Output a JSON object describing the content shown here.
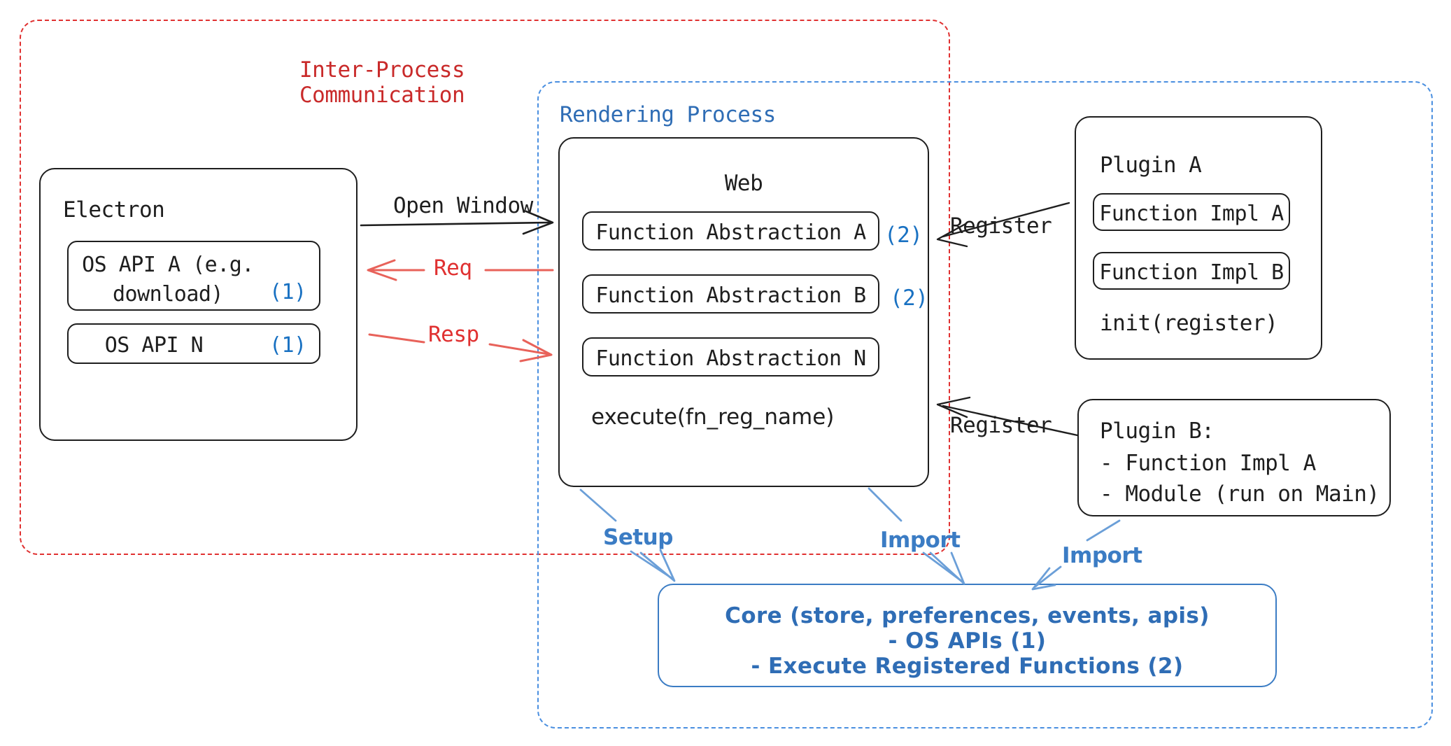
{
  "diagram": {
    "title_hidden": "",
    "boundaries": [
      {
        "id": "ipc",
        "label": "Inter-Process\nCommunication",
        "color": "#c92a2a",
        "style": "dashed"
      },
      {
        "id": "rendering",
        "label": "Rendering Process",
        "color": "#2f6db5",
        "style": "dashed"
      }
    ],
    "electron": {
      "title": "Electron",
      "items": [
        {
          "label": "OS API A (e.g.\ndownload)",
          "marker": "(1)"
        },
        {
          "label": "OS API N",
          "marker": "(1)"
        }
      ]
    },
    "web": {
      "title": "Web",
      "items": [
        {
          "label": "Function Abstraction A",
          "marker": "(2)"
        },
        {
          "label": "Function Abstraction B",
          "marker": "(2)"
        },
        {
          "label": "Function Abstraction N",
          "marker": ""
        }
      ],
      "footer": "execute(fn_reg_name)"
    },
    "plugin_a": {
      "title": "Plugin A",
      "items": [
        {
          "label": "Function Impl A"
        },
        {
          "label": "Function Impl B"
        }
      ],
      "footer": "init(register)"
    },
    "plugin_b": {
      "title": "Plugin B:",
      "lines": [
        "- Function Impl A",
        "- Module (run on Main)"
      ]
    },
    "core": {
      "lines": [
        "Core (store, preferences, events, apis)",
        "- OS APIs (1)",
        "- Execute Registered Functions (2)"
      ],
      "color": "#2f6db5"
    },
    "edges": [
      {
        "id": "open-window",
        "label": "Open Window",
        "color": "#1e1e1e"
      },
      {
        "id": "req",
        "label": "Req",
        "color": "#e03131"
      },
      {
        "id": "resp",
        "label": "Resp",
        "color": "#e03131"
      },
      {
        "id": "register-a",
        "label": "Register",
        "color": "#1e1e1e"
      },
      {
        "id": "register-b",
        "label": "Register",
        "color": "#1e1e1e"
      },
      {
        "id": "setup",
        "label": "Setup",
        "color": "#3b7cc4"
      },
      {
        "id": "import-web",
        "label": "Import",
        "color": "#3b7cc4"
      },
      {
        "id": "import-plugin",
        "label": "Import",
        "color": "#3b7cc4"
      }
    ]
  }
}
